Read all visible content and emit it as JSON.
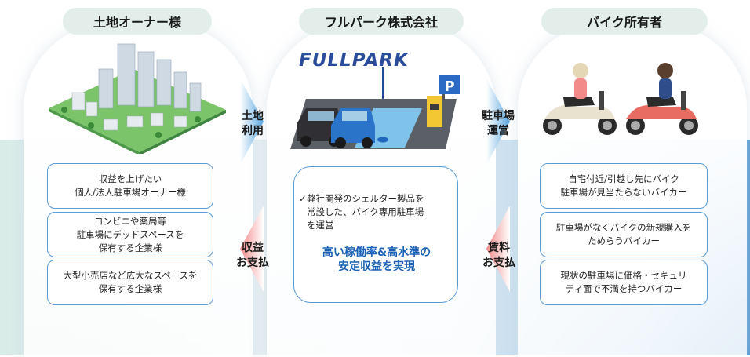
{
  "columns": {
    "left": {
      "title": "土地オーナー様",
      "boxes": [
        [
          "収益を上げたい",
          "個人/法人駐車場オーナー様"
        ],
        [
          "コンビニや薬局等",
          "駐車場にデッドスペースを",
          "保有する企業様"
        ],
        [
          "大型小売店など広大なスペースを",
          "保有する企業様"
        ]
      ]
    },
    "center": {
      "title": "フルパーク株式会社",
      "logo": "FULLPARK",
      "parking_sign": "P",
      "box": {
        "check": "✓",
        "lines": [
          "弊社開発のシェルター製品を",
          "常設した、バイク専用駐車場",
          "を運営"
        ],
        "highlight": [
          "高い稼働率&高水準の",
          "安定収益を実現"
        ]
      }
    },
    "right": {
      "title": "バイク所有者",
      "boxes": [
        [
          "自宅付近/引越し先にバイク",
          "駐車場が見当たらないバイカー"
        ],
        [
          "駐車場がなくバイクの新規購入を",
          "ためらうバイカー"
        ],
        [
          "現状の駐車場に価格・セキュリ",
          "ティ面で不満を持つバイカー"
        ]
      ]
    }
  },
  "arrows": {
    "left_top": [
      "土地",
      "利用"
    ],
    "left_bottom": [
      "収益",
      "お支払"
    ],
    "right_top": [
      "駐車場",
      "運営"
    ],
    "right_bottom": [
      "賃料",
      "お支払"
    ]
  },
  "colors": {
    "arrow_blue": "#5aa7e0",
    "arrow_pink": "#f28a8a",
    "box_border": "#5a9ad6",
    "highlight": "#1b62b6"
  }
}
